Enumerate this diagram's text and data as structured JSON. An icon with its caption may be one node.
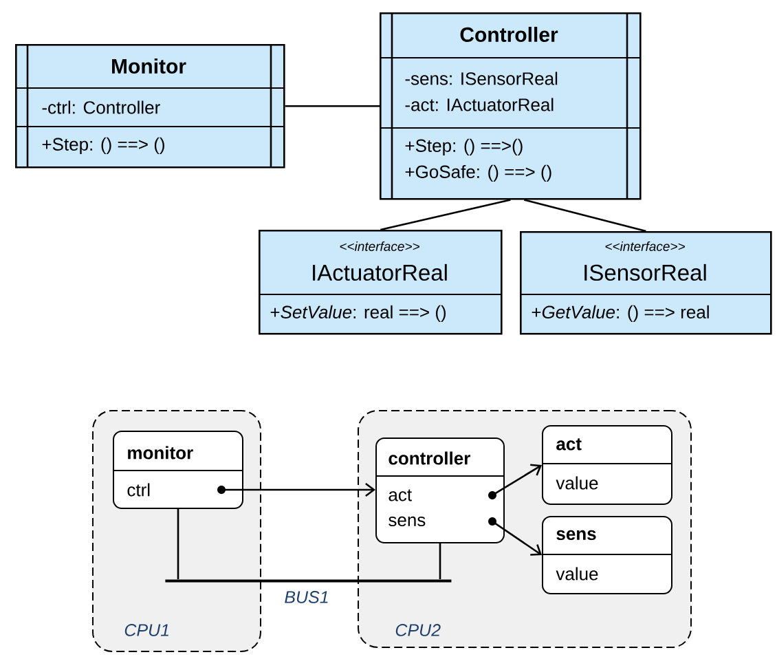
{
  "diagram": {
    "nodes": [
      {
        "text": [
          "Monitor",
          "-ctrl: Controller",
          "+Step: () ==> ()"
        ]
      },
      {
        "text": [
          "Controller",
          "-sens: ISensorReal",
          "-act: IActuatorReal",
          "+Step: () ==>()",
          "+GoSafe: () ==> ()"
        ]
      },
      {
        "text": [
          "<<interface>>",
          "IActuatorReal",
          "+*SetValue*: real ==> ()"
        ]
      },
      {
        "text": [
          "<<interface>>",
          "ISensorReal",
          "+*GetValue*: () ==> real"
        ]
      },
      {
        "text": [
          "CPU1"
        ]
      },
      {
        "text": [
          "CPU2"
        ]
      },
      {
        "text": [
          "monitor",
          "ctrl"
        ],
        "in": 4
      },
      {
        "text": [
          "controller",
          "act",
          "sens"
        ],
        "in": 5
      },
      {
        "text": [
          "act",
          "value"
        ],
        "in": 5
      },
      {
        "text": [
          "sens",
          "value"
        ],
        "in": 5
      },
      {
        "text": [],
        "shape": "bar",
        "beside": [
          "BUS1"
        ]
      }
    ],
    "edges": [
      {
        "from": 0,
        "to": 1,
        "arrow": "none"
      },
      {
        "from": 1,
        "to": 2,
        "arrow": "none"
      },
      {
        "from": 1,
        "to": 3,
        "arrow": "none"
      },
      {
        "from": 6,
        "to": 7,
        "arrow": "to"
      },
      {
        "from": 7,
        "to": 8,
        "arrow": "to"
      },
      {
        "from": 7,
        "to": 9,
        "arrow": "to"
      },
      {
        "from": 6,
        "to": 10,
        "arrow": "none"
      },
      {
        "from": 7,
        "to": 10,
        "arrow": "none"
      }
    ]
  }
}
